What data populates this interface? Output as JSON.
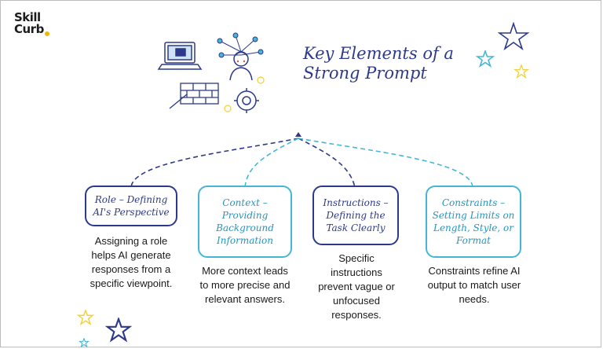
{
  "logo": {
    "line1": "Skill",
    "line2": "Curb"
  },
  "title": {
    "line1": "Key Elements of a",
    "line2": "Strong Prompt"
  },
  "elements": [
    {
      "label": "Role – Defining AI's Perspective",
      "description": "Assigning a role helps AI generate responses from a specific viewpoint."
    },
    {
      "label": "Context – Providing Background Information",
      "description": "More context leads to more precise and relevant answers."
    },
    {
      "label": "Instructions – Defining the Task Clearly",
      "description": "Specific instructions prevent vague or unfocused responses."
    },
    {
      "label": "Constraints – Setting Limits on Length, Style, or Format",
      "description": "Constraints refine AI output to match user needs."
    }
  ],
  "colors": {
    "dark_blue": "#2d3a8c",
    "light_blue": "#45b6d6",
    "yellow": "#f2d23c",
    "logo_dot": "#f2b705"
  },
  "icons": [
    "laptop-icon",
    "person-icon",
    "network-nodes-icon",
    "gear-icon",
    "brick-wall-icon",
    "star-icon"
  ]
}
